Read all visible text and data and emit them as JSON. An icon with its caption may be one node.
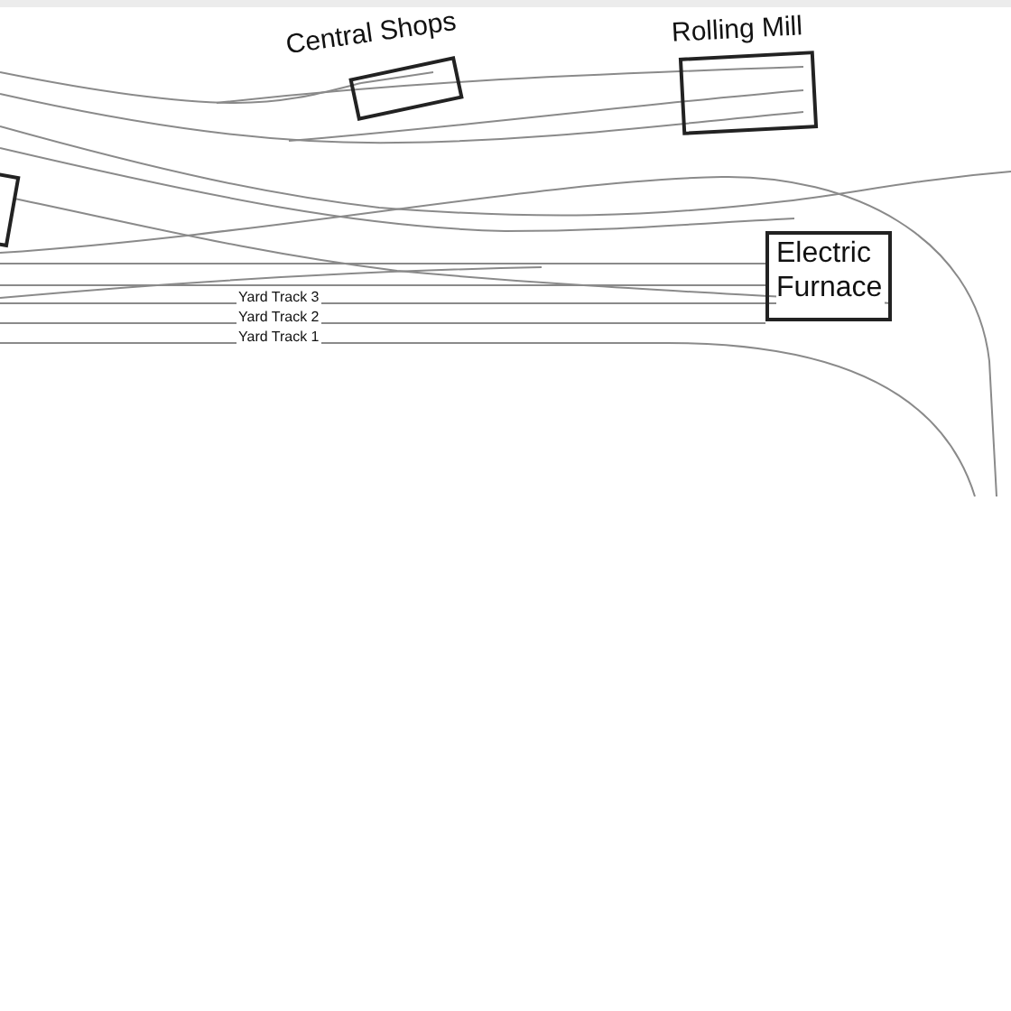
{
  "diagram": {
    "nodes": [
      {
        "text": [],
        "shape": "box"
      },
      {
        "text": [
          "Central Shops"
        ]
      },
      {
        "text": [
          "Rolling Mill"
        ]
      },
      {
        "text": [
          "Electric Furnace"
        ]
      }
    ],
    "edges": [],
    "labels": [
      "Yard Track 3",
      "Yard Track 2",
      "Yard Track 1"
    ]
  }
}
